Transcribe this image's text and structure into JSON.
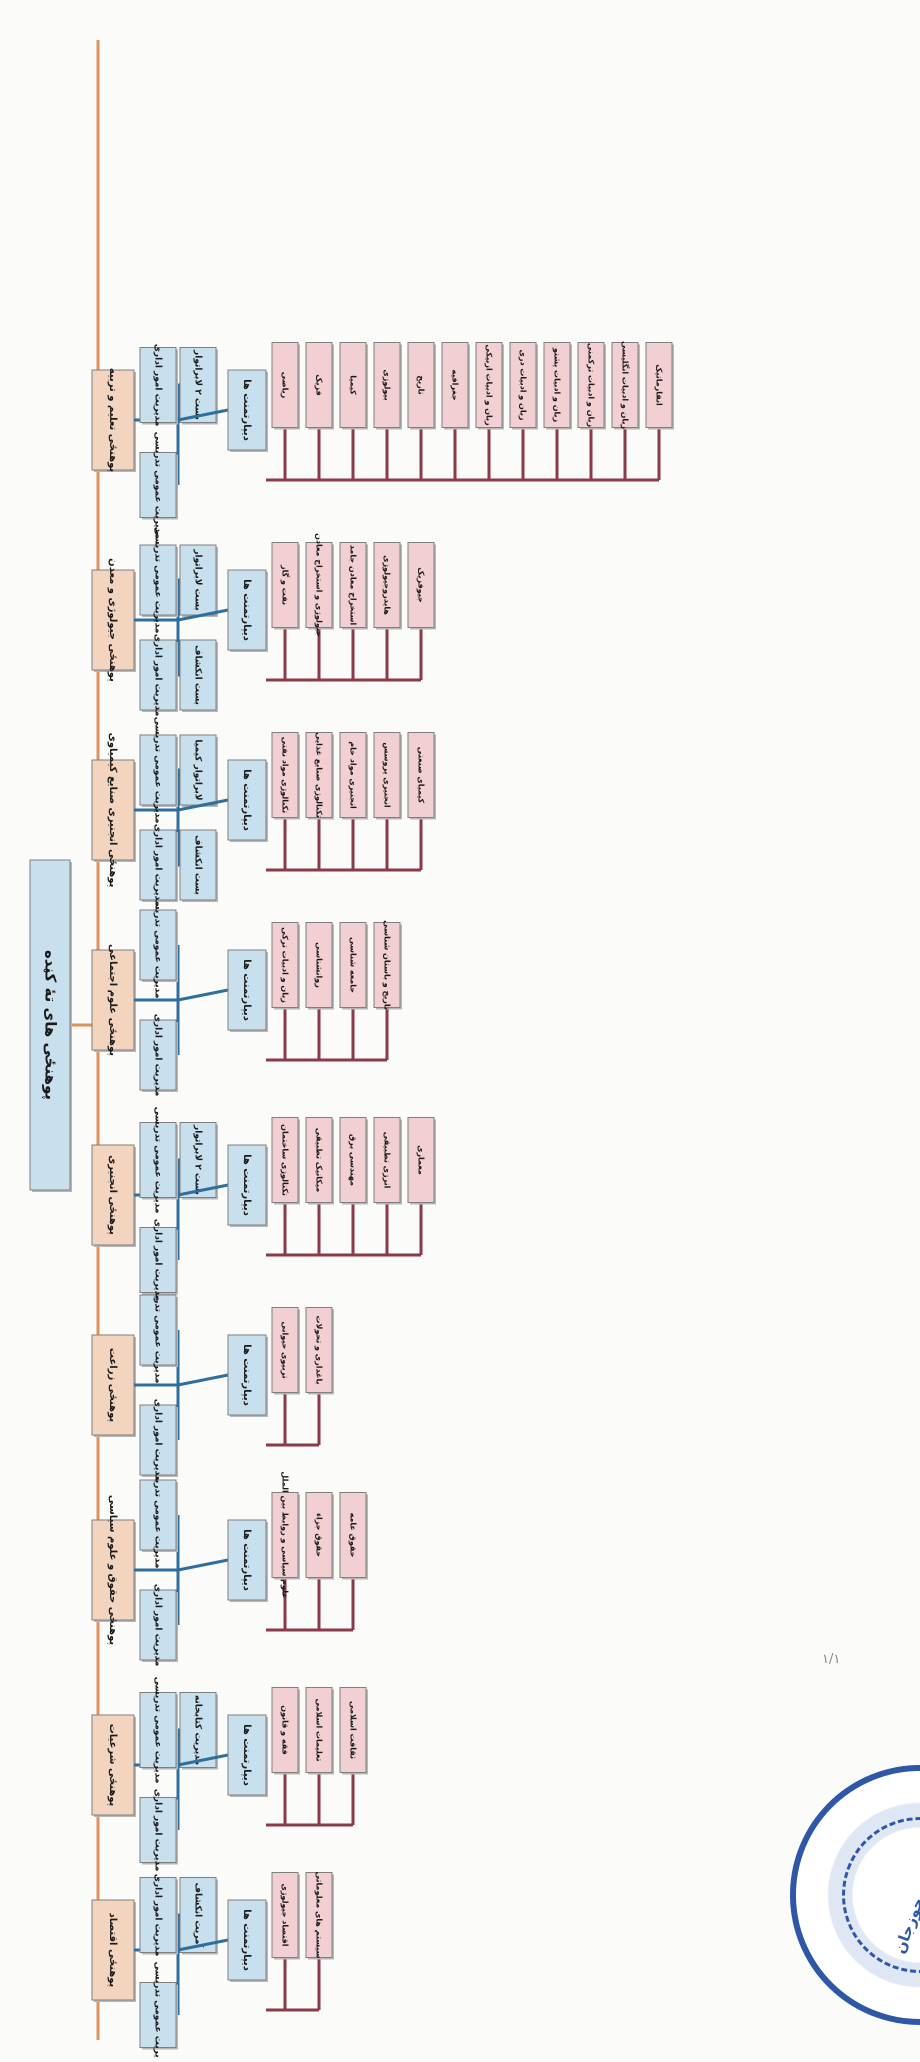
{
  "colors": {
    "root_fill": "#c8e0ee",
    "faculty_fill": "#f3d5bf",
    "mgmt_fill": "#c8e0ee",
    "dept_fill": "#f2cfd3",
    "trunk_line": "#e0925a",
    "mgmt_line": "#2e6f9e",
    "dept_line": "#8b3a4a"
  },
  "root": "پوهنځی های تۀ کڼده",
  "faculties": [
    {
      "name": "پوهنځی اقتصاد",
      "mgmt": [
        "مدیریت عمومی تدریسی",
        "مدیریت امور اداری",
        "آمریت انکشاف"
      ],
      "depts_head": "دیپارتمنت ها",
      "depts": [
        "اقتصاد جیولوژی",
        "سیستم های معلوماتی"
      ]
    },
    {
      "name": "پوهنځی شرعیات",
      "mgmt": [
        "مدیریت امور اداری",
        "مدیریت عمومی تدریسی",
        "مدیریت کتابخانه"
      ],
      "depts_head": "دیپارتمنت ها",
      "depts": [
        "فقه و قانون",
        "تعلیمات اسلامی",
        "ثقافت اسلامی"
      ]
    },
    {
      "name": "پوهنځی حقوق و علوم سیاسی",
      "mgmt": [
        "مدیریت امور اداری",
        "مدیریت عمومی تدریسی"
      ],
      "depts_head": "دیپارتمنت ها",
      "depts": [
        "علوم سیاسی و روابط بین الملل",
        "حقوق جزاء",
        "حقوق عامه"
      ]
    },
    {
      "name": "پوهنځی زراعت",
      "mgmt": [
        "مدیریت امور اداری",
        "مدیریت عمومی تدریسی"
      ],
      "depts_head": "دیپارتمنت ها",
      "depts": [
        "تربیوی حیوانی",
        "باغداری و تحولات"
      ]
    },
    {
      "name": "پوهنځی انجنیری",
      "mgmt": [
        "مدیریت امور اداری",
        "مدیریت عمومی تدریسی",
        "بست ۲ لابراتوار"
      ],
      "depts_head": "دیپارتمنت ها",
      "depts": [
        "تکنالوژی ساختمان",
        "میکانیک تطبیقی",
        "مهندسی برق",
        "انرژی تطبیقی",
        "معماری"
      ]
    },
    {
      "name": "پوهنځی علوم اجتماعی",
      "mgmt": [
        "مدیریت امور اداری",
        "مدیریت عمومی تدریسی"
      ],
      "depts_head": "دیپارتمنت ها",
      "depts": [
        "زبان و ادبیات ترکی",
        "روانشناسی",
        "جامعه شناسی",
        "تاریخ و باستان شناسی"
      ]
    },
    {
      "name": "پوهنځی انجنیری صنایع کیمیاوی",
      "mgmt": [
        "مدیریت امور اداری",
        "مدیریت عمومی تدریسی",
        "بست انکشاف",
        "لابراتوار کیمیا"
      ],
      "depts_head": "دیپارتمنت ها",
      "depts": [
        "تکنالوژی مواد نفتی",
        "تکنالوژی صنایع غذایی",
        "انجنیری مواد خام",
        "انجنیری پروسس",
        "کیمیای صنعتی"
      ]
    },
    {
      "name": "پوهنځی جیولوژی و معدن",
      "mgmt": [
        "مدیریت امور اداری",
        "مدیریت عمومی تدریسی",
        "بست انکشاف",
        "بست لابراتوار"
      ],
      "depts_head": "دیپارتمنت ها",
      "depts": [
        "نفت و گاز",
        "جیولوژی و استخراج معادن",
        "استخراج معادن جامد",
        "هایدروجیولوژی",
        "جیوفزیک"
      ]
    },
    {
      "name": "پوهنځی تعلیم و تربیه",
      "mgmt": [
        "مدیریت عمومی تدریسی",
        "مدیریت امور اداری",
        "بست ۲ لابراتوار"
      ],
      "depts_head": "دیپارتمنت ها",
      "depts": [
        "ریاضی",
        "فزیک",
        "کیمیا",
        "بیولوژی",
        "تاریخ",
        "جغرافیه",
        "زبان و ادبیات ازبیکی",
        "زبان و ادبیات دری",
        "زبان و ادبیات پشتو",
        "زبان و ادبیات ترکمنی",
        "زبان و ادبیات انگلیسی",
        "انفارماتیک"
      ]
    }
  ],
  "seal_text": "پوهنتون جوزجان",
  "page_mark": "۱/۱"
}
